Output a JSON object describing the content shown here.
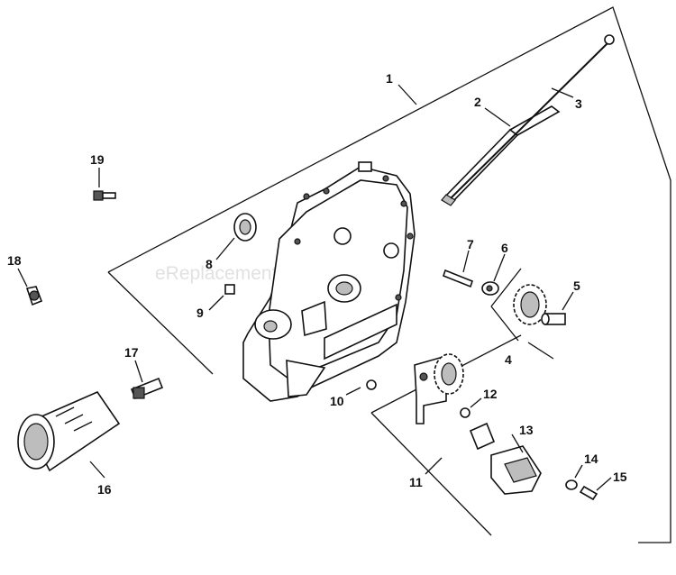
{
  "watermark": "eReplacementParts.com",
  "callouts": {
    "c1": "1",
    "c2": "2",
    "c3": "3",
    "c4": "4",
    "c5": "5",
    "c6": "6",
    "c7": "7",
    "c8": "8",
    "c9": "9",
    "c10": "10",
    "c11": "11",
    "c12": "12",
    "c13": "13",
    "c14": "14",
    "c15": "15",
    "c16": "16",
    "c17": "17",
    "c18": "18",
    "c19": "19"
  }
}
